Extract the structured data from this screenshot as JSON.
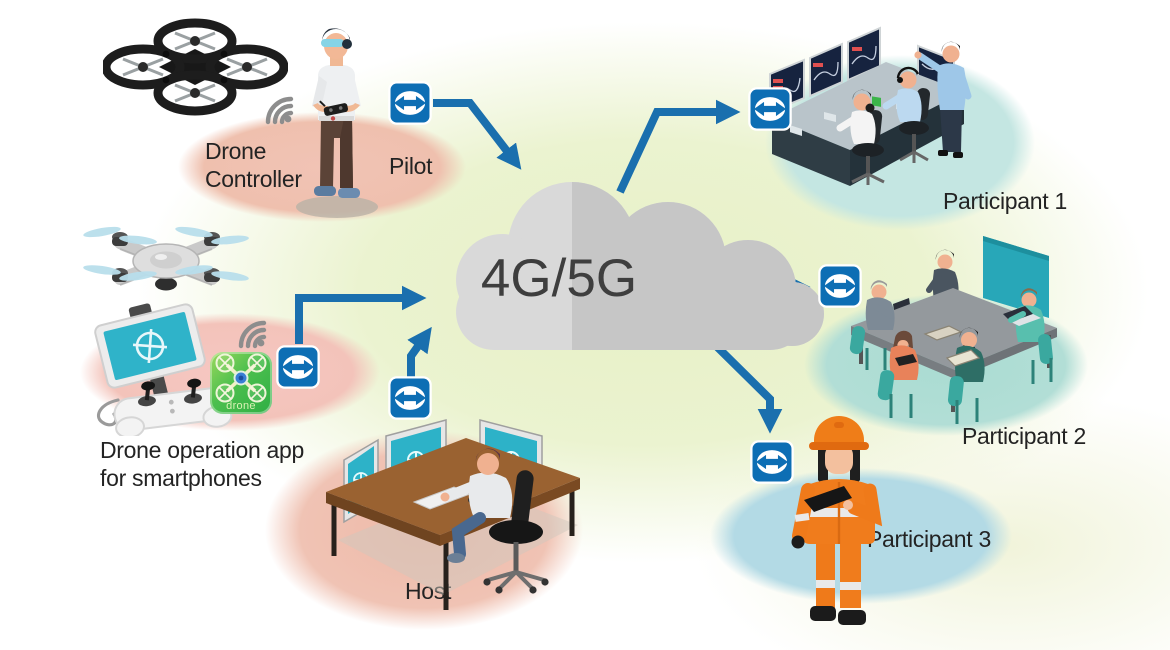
{
  "diagram": {
    "cloud_label": "4G/5G",
    "labels": {
      "drone_controller": "Drone\nController",
      "pilot": "Pilot",
      "smartphone_app": "Drone operation app\nfor smartphones",
      "host": "Host",
      "participant1": "Participant 1",
      "participant2": "Participant 2",
      "participant3": "Participant 3"
    },
    "app_icon_label": "drone",
    "colors": {
      "arrow_blue": "#1a6fae",
      "connection_icon_blue": "#0d6eb4",
      "cloud_light_gray": "#d9d9d9",
      "cloud_dark_gray": "#c6c6c6",
      "app_icon_green": "#3cb44a",
      "background_green": "#e9f2cc",
      "pilot_zone_pink": "#f1c3b5",
      "host_zone_pink": "#efbead",
      "participant_zone_teal": "#bfe3df",
      "participant3_zone_blue": "#b3dae5"
    }
  }
}
